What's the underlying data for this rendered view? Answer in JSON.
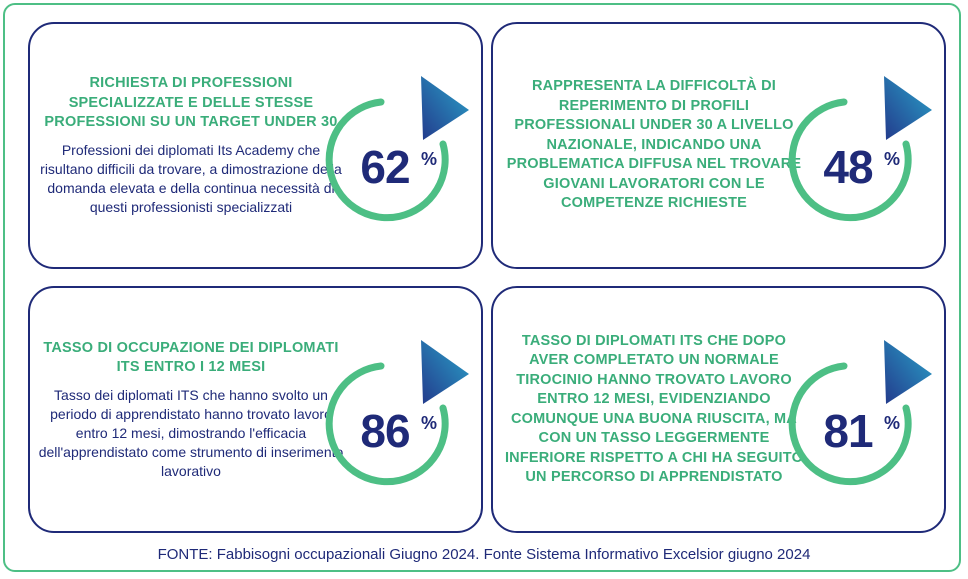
{
  "cards": [
    {
      "heading": "RICHIESTA DI PROFESSIONI SPECIALIZZATE E DELLE STESSE PROFESSIONI SU UN TARGET UNDER 30",
      "description": "Professioni dei diplomati Its Academy che risultano difficili da trovare, a dimostrazione della domanda elevata e della continua necessità di questi professionisti specializzati",
      "value": "62",
      "unit": "%"
    },
    {
      "heading": "RAPPRESENTA LA DIFFICOLTÀ DI REPERIMENTO DI PROFILI PROFESSIONALI UNDER 30 A LIVELLO NAZIONALE, INDICANDO UNA PROBLEMATICA DIFFUSA NEL TROVARE GIOVANI LAVORATORI CON LE COMPETENZE RICHIESTE",
      "description": "",
      "value": "48",
      "unit": "%"
    },
    {
      "heading": "TASSO DI OCCUPAZIONE DEI DIPLOMATI ITS ENTRO I 12 MESI",
      "description": "Tasso dei diplomati ITS che hanno svolto un periodo di apprendistato hanno trovato lavoro entro 12 mesi, dimostrando l'efficacia dell'apprendistato come strumento di inserimento lavorativo",
      "value": "86",
      "unit": "%"
    },
    {
      "heading": "TASSO DI DIPLOMATI ITS CHE DOPO AVER COMPLETATO UN NORMALE TIROCINIO HANNO TROVATO LAVORO ENTRO 12 MESI, EVIDENZIANDO COMUNQUE UNA BUONA RIUSCITA, MA CON UN TASSO LEGGERMENTE INFERIORE RISPETTO A CHI HA SEGUITO UN PERCORSO DI APPRENDISTATO",
      "description": "",
      "value": "81",
      "unit": "%"
    }
  ],
  "footer": "FONTE: Fabbisogni occupazionali Giugno 2024. Fonte Sistema Informativo Excelsior giugno 2024",
  "colors": {
    "accent_green": "#3aad7a",
    "ring_green": "#4dbf85",
    "navy": "#1f2a78",
    "triangle_light": "#2aa3c9",
    "triangle_dark": "#233a8c"
  },
  "icons": {
    "gauge_pointer": "triangle-pointer-icon",
    "gauge_ring": "progress-ring"
  }
}
